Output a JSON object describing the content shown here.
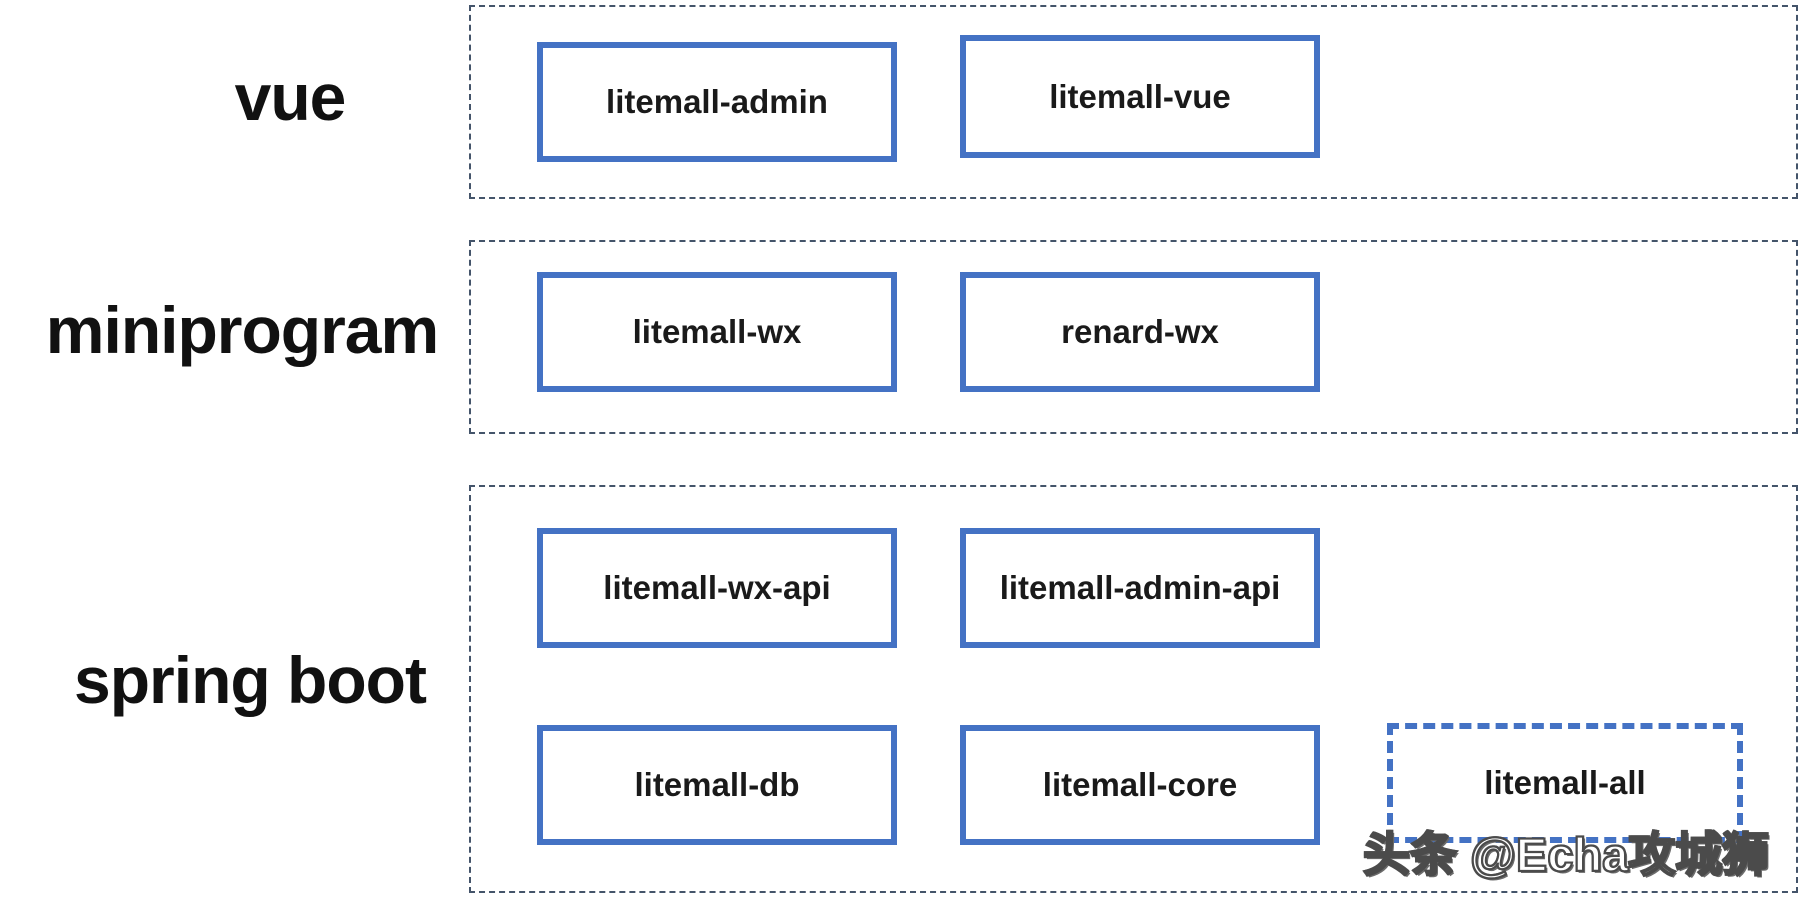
{
  "diagram": {
    "layers": [
      {
        "label": "vue",
        "modules": [
          "litemall-admin",
          "litemall-vue"
        ]
      },
      {
        "label": "miniprogram",
        "modules": [
          "litemall-wx",
          "renard-wx"
        ]
      },
      {
        "label": "spring boot",
        "modules": [
          "litemall-wx-api",
          "litemall-admin-api",
          "litemall-db",
          "litemall-core",
          "litemall-all"
        ]
      }
    ],
    "watermark": "头条 @Echa攻城狮",
    "colors": {
      "module_border_blue": "#4472C4",
      "container_dash_gray_blue": "#44546A",
      "text_black": "#1a1a1a",
      "watermark_outline_gray": "#4b4b4b",
      "background": "#ffffff"
    }
  }
}
